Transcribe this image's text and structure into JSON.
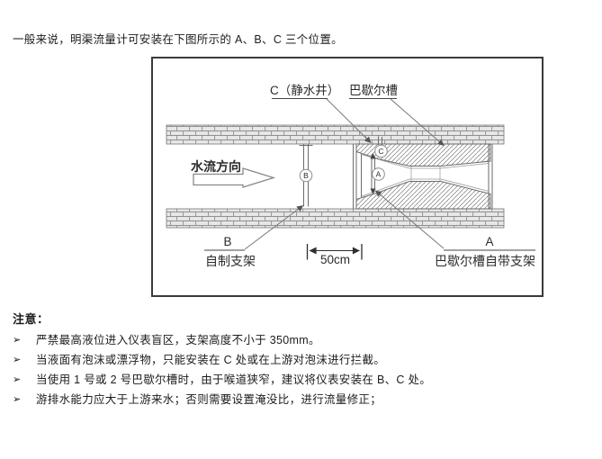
{
  "page": {
    "intro": "一般来说，明渠流量计可安装在下图所示的 A、B、C 三个位置。"
  },
  "diagram": {
    "labels": {
      "stilling_well": "C（静水井）",
      "parshall_flume": "巴歇尔槽",
      "flow_direction": "水流方向",
      "point_c": "C",
      "point_a": "A",
      "point_b": "B",
      "b_title": "B",
      "b_caption": "自制支架",
      "dimension": "50cm",
      "a_title": "A",
      "a_caption": "巴歇尔槽自带支架"
    },
    "colors": {
      "line": "#6b6b6b",
      "text": "#2b2b2b",
      "brick_fill": "#e7e7e7"
    }
  },
  "notes": {
    "title": "注意：",
    "bullet": "➢",
    "items": [
      "严禁最高液位进入仪表盲区，支架高度不小于 350mm。",
      "当液面有泡沫或漂浮物，只能安装在 C 处或在上游对泡沫进行拦截。",
      "当使用 1 号或 2 号巴歇尔槽时，由于喉道狭窄，建议将仪表安装在 B、C 处。",
      "游排水能力应大于上游来水；否则需要设置淹没比，进行流量修正；"
    ]
  }
}
